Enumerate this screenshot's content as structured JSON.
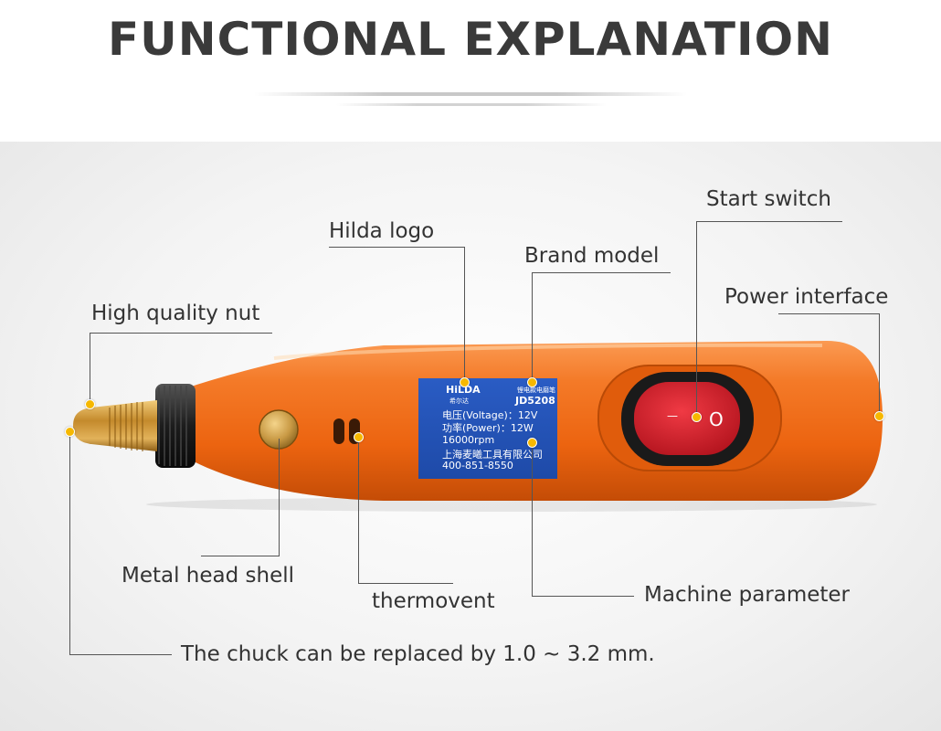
{
  "header": {
    "title": "FUNCTIONAL EXPLANATION"
  },
  "callouts": {
    "start_switch": "Start switch",
    "hilda_logo": "Hilda logo",
    "brand_model": "Brand model",
    "power_interface": "Power interface",
    "high_quality_nut": "High quality nut",
    "metal_head_shell": "Metal head shell",
    "thermovent": "thermovent",
    "machine_parameter": "Machine parameter",
    "chuck_note": "The chuck can be replaced by 1.0 ~ 3.2 mm."
  },
  "nameplate": {
    "brand": "HiLDA",
    "brand_cn": "希尔达",
    "product_cn": "锂电款电磨笔",
    "model": "JD5208",
    "voltage": "电压(Voltage)：12V",
    "power": "功率(Power)：12W",
    "speed": "16000rpm",
    "company": "上海麦曦工具有限公司",
    "phone": "400-851-8550"
  },
  "switch": {
    "off_mark": "—",
    "on_mark": "O"
  },
  "colors": {
    "body": "#f26a1b",
    "nameplate": "#2152b8",
    "switch": "#d81f2a",
    "callout_dot": "#f6b800",
    "chuck": "#c89032"
  }
}
